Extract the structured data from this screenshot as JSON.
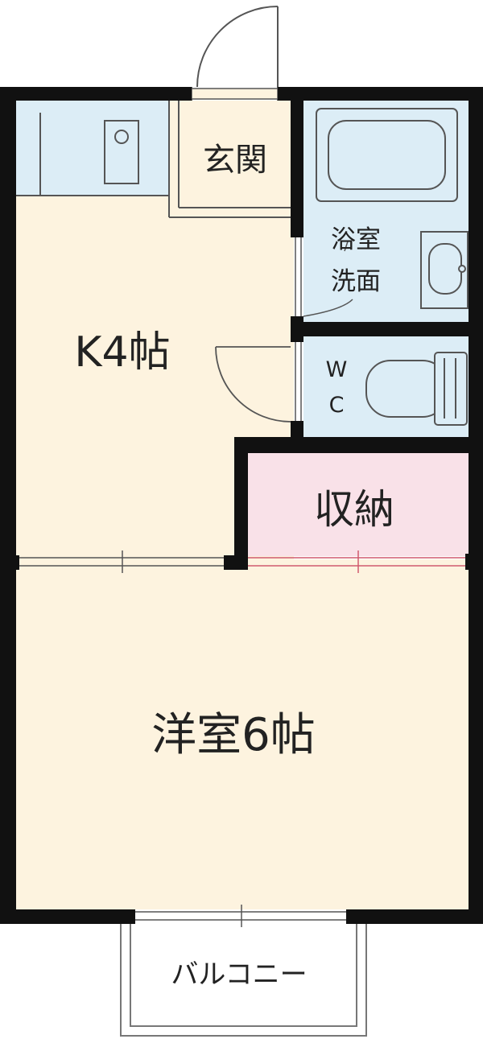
{
  "rooms": {
    "entrance": "玄関",
    "bath_line1": "浴室",
    "bath_line2": "洗面",
    "toilet_line1": "W",
    "toilet_line2": "C",
    "kitchen": "K4帖",
    "closet": "収納",
    "western_room": "洋室6帖",
    "balcony": "バルコニー"
  },
  "colors": {
    "wall": "#111111",
    "floor": "#fdf3df",
    "wet_area": "#dcedf6",
    "closet": "#f9e1e8",
    "line": "#555555"
  }
}
